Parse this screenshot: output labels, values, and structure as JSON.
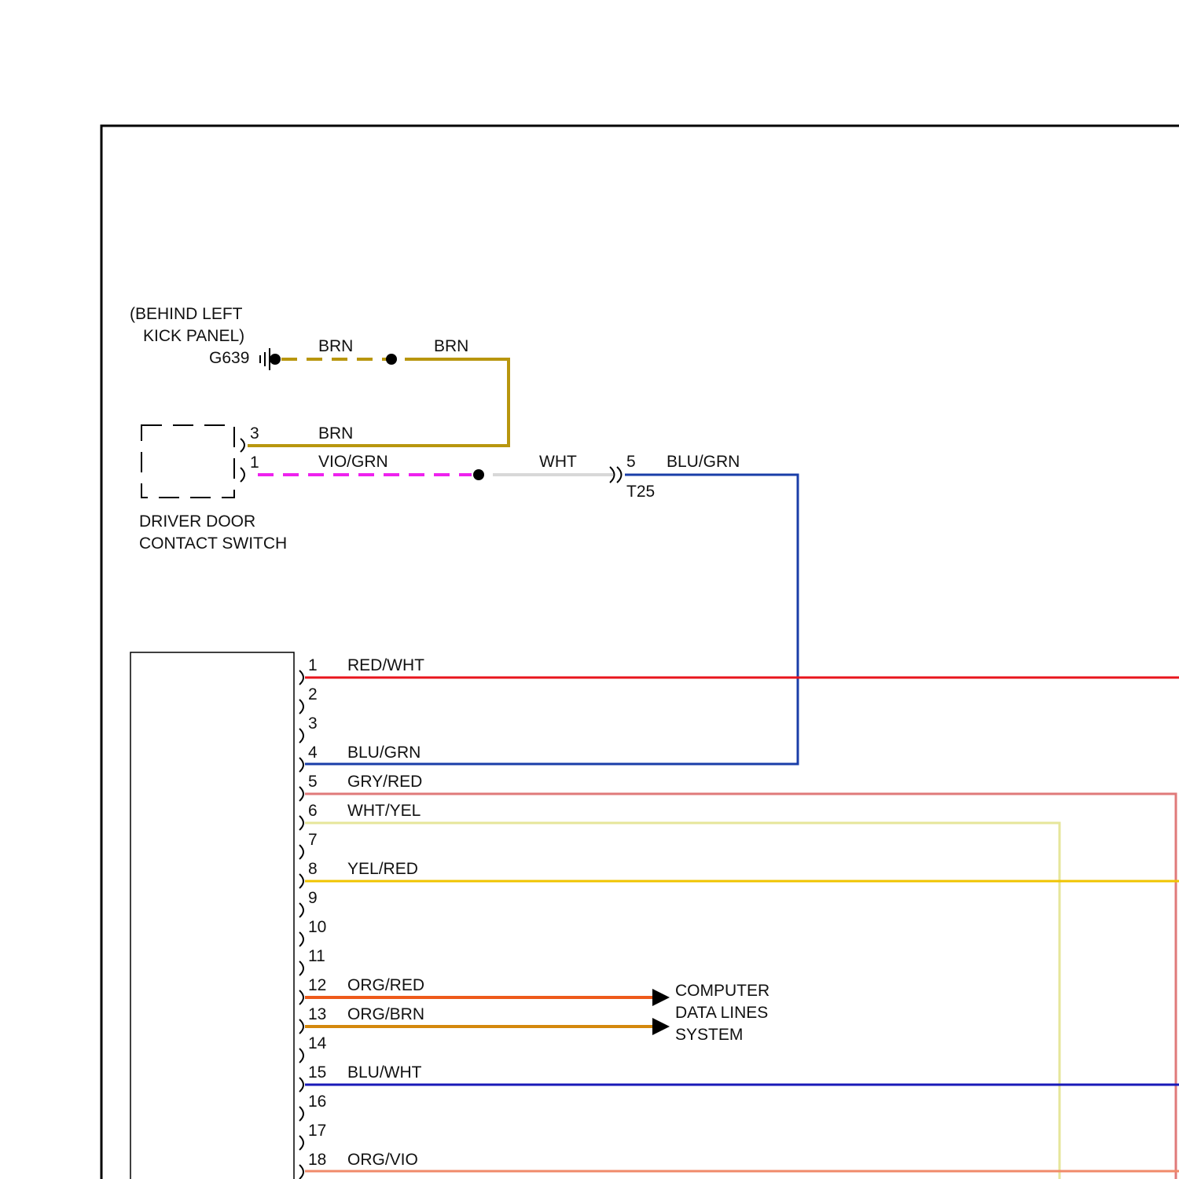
{
  "ground": {
    "note_line1": "(BEHIND LEFT",
    "note_line2": "KICK PANEL)",
    "id": "G639"
  },
  "wires_top": {
    "brn_left": "BRN",
    "brn_right": "BRN",
    "brn_switch": "BRN",
    "vio_grn": "VIO/GRN",
    "wht": "WHT",
    "blu_grn": "BLU/GRN"
  },
  "switch": {
    "pin3": "3",
    "pin1": "1",
    "name_line1": "DRIVER DOOR",
    "name_line2": "CONTACT SWITCH"
  },
  "connector_t25": {
    "pin": "5",
    "id": "T25"
  },
  "module_pins": [
    {
      "num": "1",
      "wire": "RED/WHT"
    },
    {
      "num": "2",
      "wire": ""
    },
    {
      "num": "3",
      "wire": ""
    },
    {
      "num": "4",
      "wire": "BLU/GRN"
    },
    {
      "num": "5",
      "wire": "GRY/RED"
    },
    {
      "num": "6",
      "wire": "WHT/YEL"
    },
    {
      "num": "7",
      "wire": ""
    },
    {
      "num": "8",
      "wire": "YEL/RED"
    },
    {
      "num": "9",
      "wire": ""
    },
    {
      "num": "10",
      "wire": ""
    },
    {
      "num": "11",
      "wire": ""
    },
    {
      "num": "12",
      "wire": "ORG/RED"
    },
    {
      "num": "13",
      "wire": "ORG/BRN"
    },
    {
      "num": "14",
      "wire": ""
    },
    {
      "num": "15",
      "wire": "BLU/WHT"
    },
    {
      "num": "16",
      "wire": ""
    },
    {
      "num": "17",
      "wire": ""
    },
    {
      "num": "18",
      "wire": "ORG/VIO"
    }
  ],
  "data_lines": {
    "line1": "COMPUTER",
    "line2": "DATA LINES",
    "line3": "SYSTEM"
  },
  "colors": {
    "brn": "#b8960e",
    "vio_grn": "#ee22ee",
    "wht": "#d8d8d8",
    "blu_grn": "#1a3ea8",
    "red_wht": "#e8141c",
    "gry_red": "#e07a7a",
    "wht_yel": "#e6e69a",
    "yel_red": "#f0c400",
    "org_red": "#ee5a1a",
    "org_brn": "#d4880c",
    "blu_wht": "#1a1ab8",
    "org_vio": "#f08a6a",
    "frame": "#000000"
  }
}
